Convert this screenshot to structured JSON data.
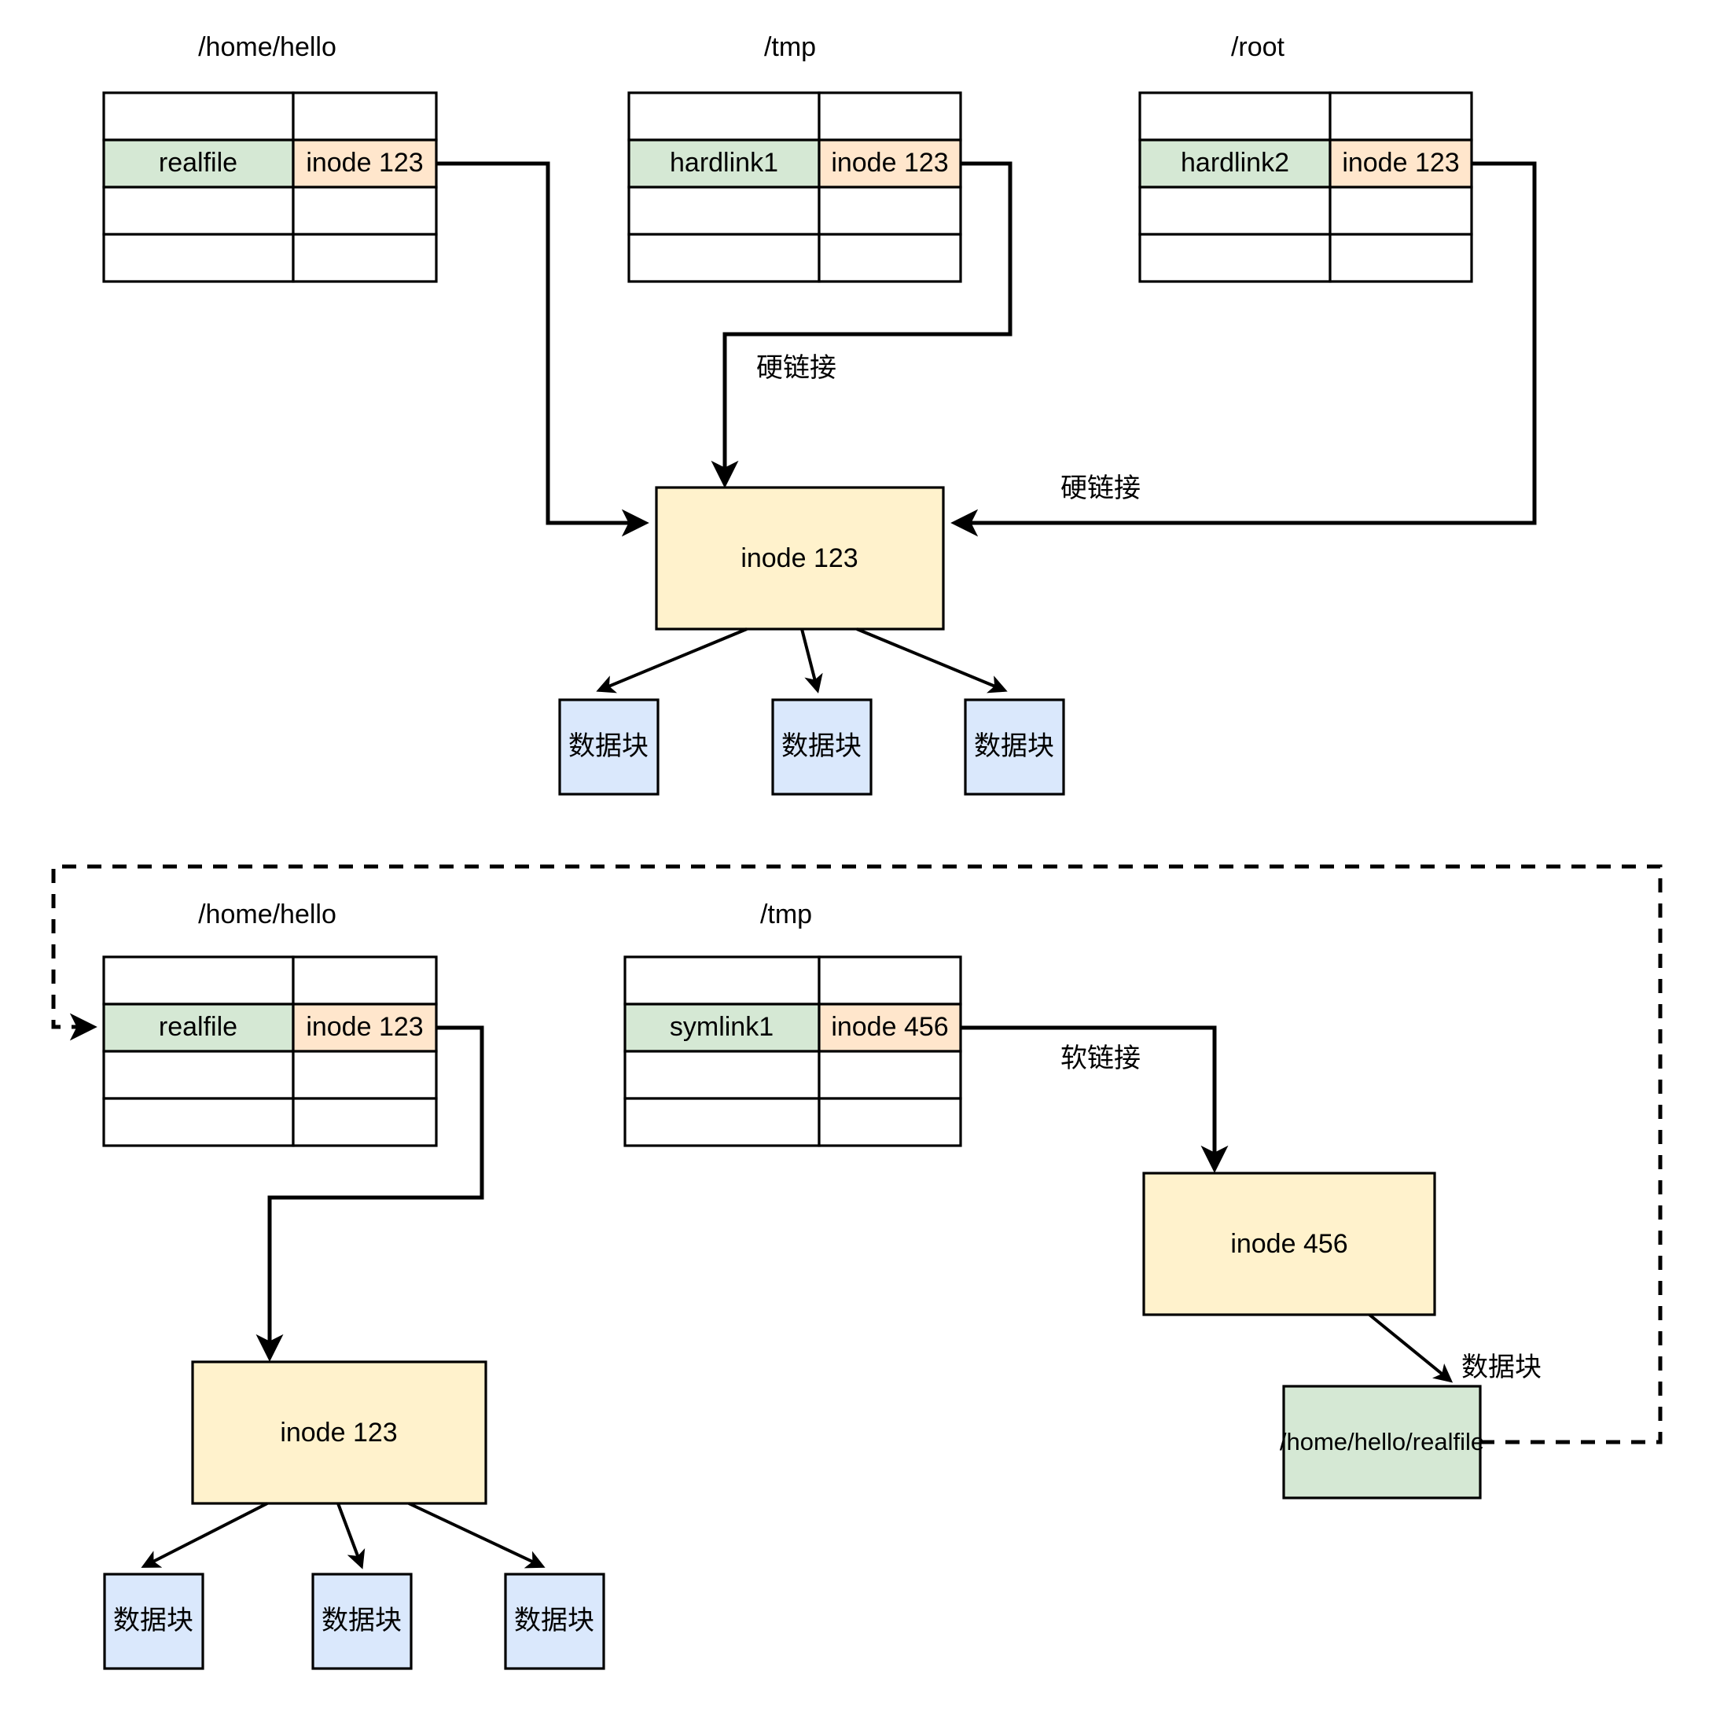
{
  "diagram": {
    "title_hint": "inode hard link and symbolic link diagram",
    "colors": {
      "name_cell_green": "#d5e8d4",
      "inode_cell_yellow": "#ffe6cc",
      "inode_box_yellow": "#fff2cc",
      "data_block_blue": "#dae8fc",
      "target_green": "#d5e8d4",
      "stroke": "#000000",
      "background": "#ffffff"
    }
  },
  "hardlink_section": {
    "directories": [
      {
        "label": "/home/hello",
        "rows": [
          {
            "name": "",
            "inode": ""
          },
          {
            "name": "realfile",
            "inode": "inode 123"
          },
          {
            "name": "",
            "inode": ""
          },
          {
            "name": "",
            "inode": ""
          }
        ]
      },
      {
        "label": "/tmp",
        "rows": [
          {
            "name": "",
            "inode": ""
          },
          {
            "name": "hardlink1",
            "inode": "inode 123"
          },
          {
            "name": "",
            "inode": ""
          },
          {
            "name": "",
            "inode": ""
          }
        ]
      },
      {
        "label": "/root",
        "rows": [
          {
            "name": "",
            "inode": ""
          },
          {
            "name": "hardlink2",
            "inode": "inode 123"
          },
          {
            "name": "",
            "inode": ""
          },
          {
            "name": "",
            "inode": ""
          }
        ]
      }
    ],
    "edge_labels": {
      "hardlink_center": "硬链接",
      "hardlink_right": "硬链接"
    },
    "inode_box": "inode 123",
    "data_blocks": [
      "数据块",
      "数据块",
      "数据块"
    ]
  },
  "symlink_section": {
    "directories": [
      {
        "label": "/home/hello",
        "rows": [
          {
            "name": "",
            "inode": ""
          },
          {
            "name": "realfile",
            "inode": "inode 123"
          },
          {
            "name": "",
            "inode": ""
          },
          {
            "name": "",
            "inode": ""
          }
        ]
      },
      {
        "label": "/tmp",
        "rows": [
          {
            "name": "",
            "inode": ""
          },
          {
            "name": "symlink1",
            "inode": "inode 456"
          },
          {
            "name": "",
            "inode": ""
          },
          {
            "name": "",
            "inode": ""
          }
        ]
      }
    ],
    "edge_labels": {
      "symlink": "软链接",
      "data_block": "数据块"
    },
    "inode_box_left": "inode 123",
    "inode_box_right": "inode 456",
    "target_path": "/home/hello/realfile",
    "data_blocks": [
      "数据块",
      "数据块",
      "数据块"
    ]
  }
}
